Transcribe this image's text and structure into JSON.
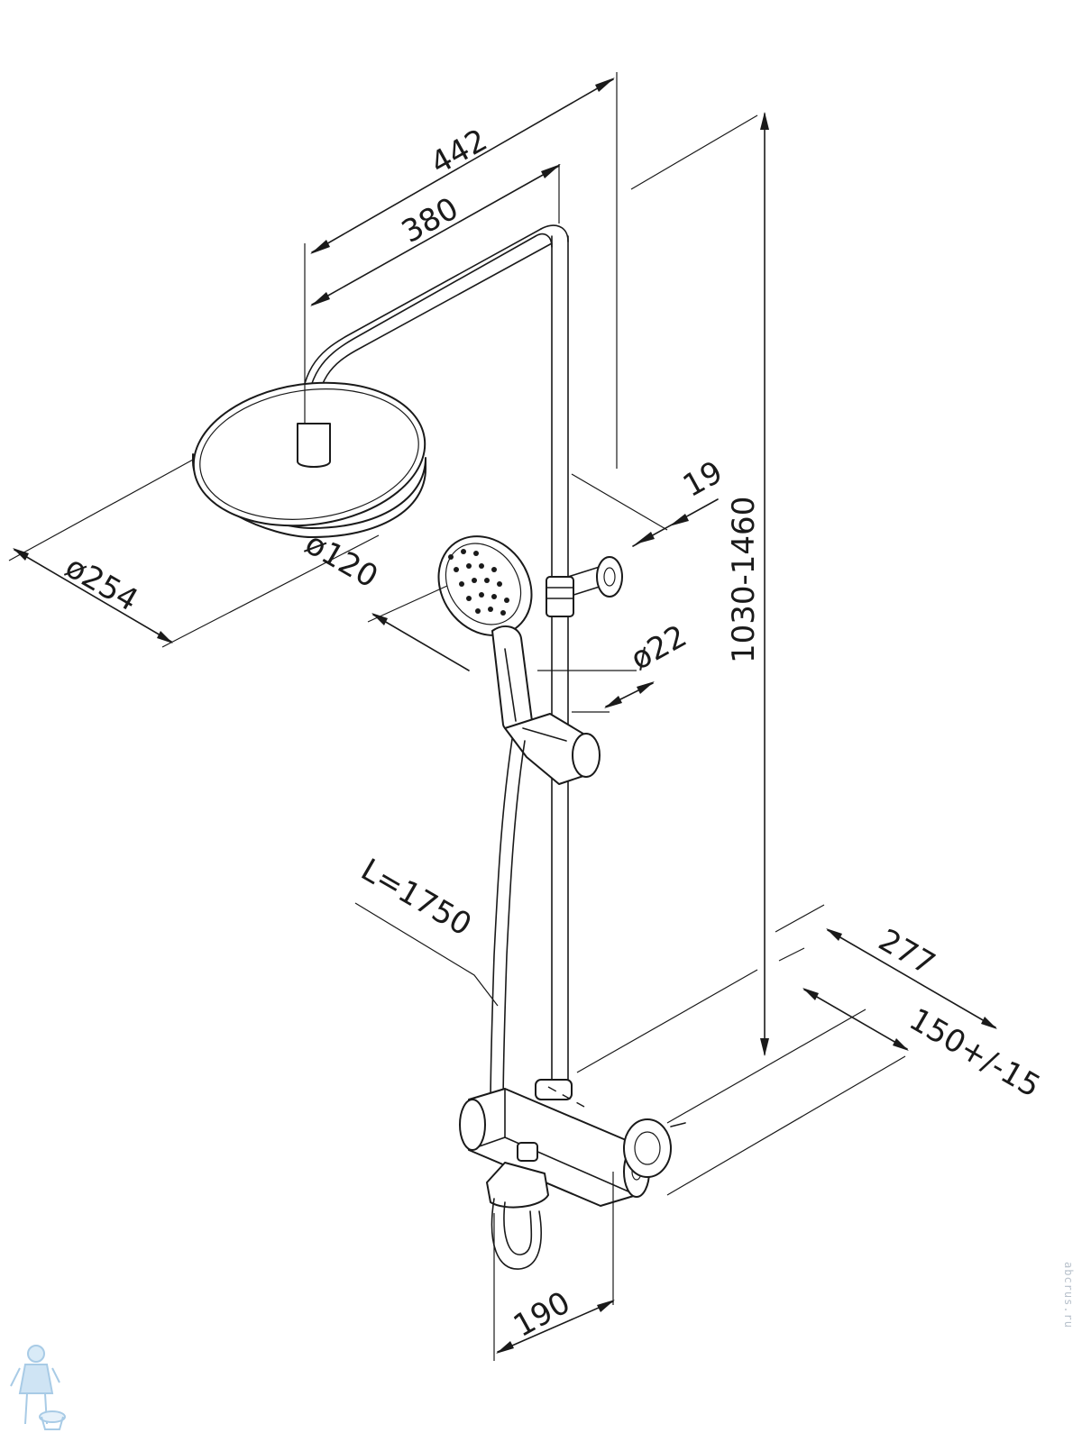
{
  "dimensions": {
    "total_reach": "442",
    "arm_reach": "380",
    "head_diameter": "ø254",
    "hand_shower_diameter": "ø120",
    "pipe_offset": "19",
    "rail_diameter": "ø22",
    "height_range": "1030-1460",
    "hose_length": "L=1750",
    "wall_depth": "277",
    "inlet_spacing": "150+/-15",
    "spout_projection": "190"
  },
  "watermark": {
    "site": "abcrus.ru"
  },
  "icons": {
    "logo": "plumber-logo"
  },
  "colors": {
    "line": "#1a1a1a",
    "watermark": "#b9c2cc"
  }
}
